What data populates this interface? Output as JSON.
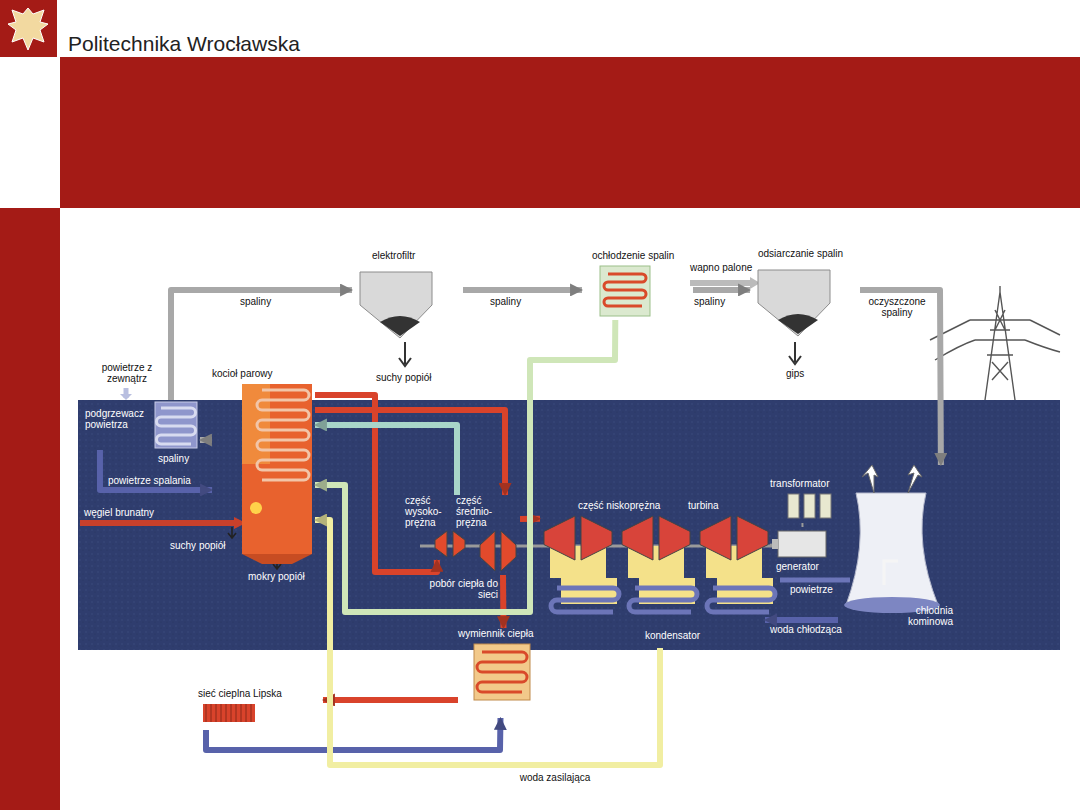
{
  "diagram": {
    "nodes": [
      {
        "text": [
          "elektrofiltr"
        ]
      },
      {
        "text": [
          "ochłodzenie spalin"
        ]
      },
      {
        "text": [
          "odsiarczanie spalin"
        ]
      },
      {
        "text": [
          "kocioł parowy"
        ]
      },
      {
        "text": [
          "podgrzewacz powietrza"
        ]
      },
      {
        "text": [
          "część wysoko- prężna"
        ]
      },
      {
        "text": [
          "część średnio- prężna"
        ]
      },
      {
        "text": [
          "część niskoprężna"
        ]
      },
      {
        "text": [
          "transformator"
        ]
      },
      {
        "text": [
          "generator"
        ]
      },
      {
        "text": [
          "chłodnia kominowa"
        ]
      },
      {
        "text": [
          "kondensator"
        ]
      },
      {
        "text": [
          "wymiennik ciepła"
        ]
      },
      {
        "text": [
          "sieć cieplna Lipska"
        ]
      }
    ],
    "edges": [
      {
        "from": 4,
        "to": 0,
        "label": "spaliny",
        "arrow": "to"
      },
      {
        "from": 0,
        "to": 1,
        "label": "spaliny",
        "arrow": "to"
      },
      {
        "from": 1,
        "to": 2,
        "label": "spaliny",
        "arrow": "to"
      },
      {
        "from": 2,
        "to": 10,
        "label": "oczyszczone spaliny",
        "arrow": "to"
      },
      {
        "from": 3,
        "to": 4,
        "label": "spaliny",
        "arrow": "to"
      },
      {
        "from": 4,
        "to": 3,
        "label": "powietrze spalania",
        "arrow": "to"
      },
      {
        "from": 3,
        "to": 5,
        "arrow": "to"
      },
      {
        "from": 5,
        "to": 3,
        "arrow": "to"
      },
      {
        "from": 3,
        "to": 6,
        "arrow": "to"
      },
      {
        "from": 6,
        "to": 7,
        "arrow": "to"
      },
      {
        "from": 6,
        "to": 12,
        "label": "pobór ciepła do sieci",
        "arrow": "to"
      },
      {
        "from": 12,
        "to": 13,
        "arrow": "to"
      },
      {
        "from": 13,
        "to": 12,
        "arrow": "to"
      },
      {
        "from": 10,
        "to": 11,
        "label": "woda chłodząca",
        "arrow": "to"
      },
      {
        "from": 11,
        "to": 3,
        "label": "woda zasilająca",
        "arrow": "to"
      },
      {
        "from": 1,
        "to": 3,
        "arrow": "to"
      },
      {
        "from": 7,
        "to": 9,
        "arrow": "none"
      },
      {
        "from": 9,
        "to": 8,
        "arrow": "none"
      }
    ],
    "labels": [
      "Politechnika Wrocławska",
      "wapno palone",
      "suchy popiół",
      "gips",
      "powietrze z zewnątrz",
      "węgiel brunatny",
      "suchy popiół",
      "mokry popiół",
      "turbina",
      "powietrze"
    ]
  }
}
